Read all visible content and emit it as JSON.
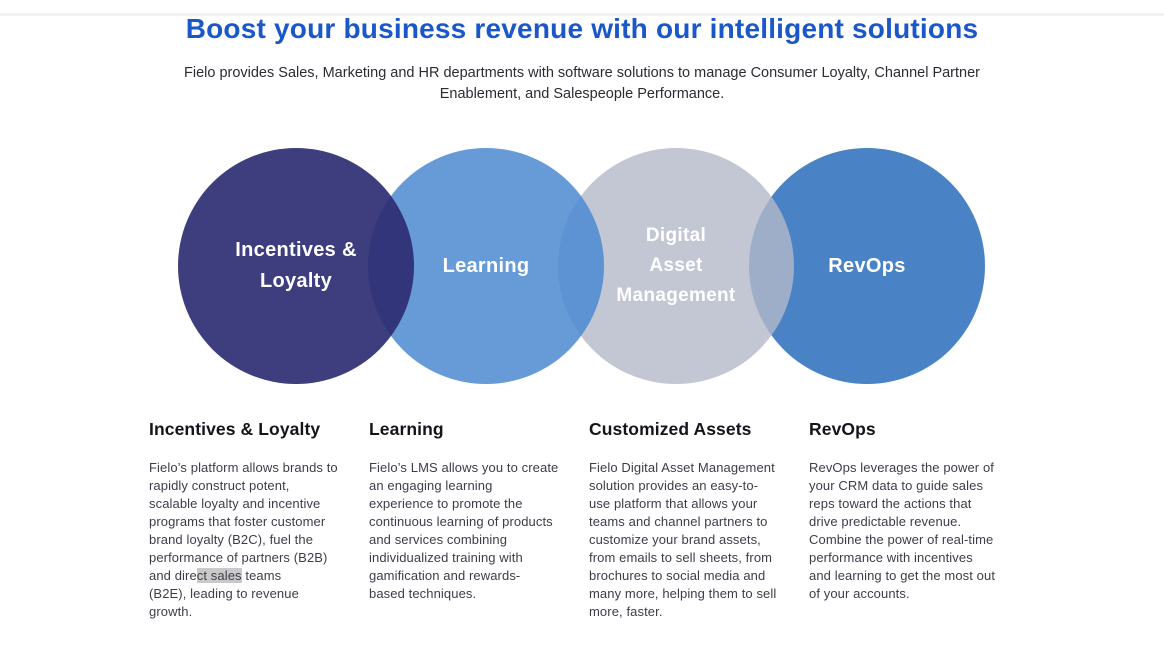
{
  "header": {
    "title": "Boost your business revenue with our intelligent solutions",
    "subtitle": "Fielo provides Sales, Marketing and HR departments with software solutions to manage Consumer Loyalty, Channel Partner\nEnablement, and Salespeople Performance."
  },
  "colors": {
    "title_blue": "#1a57c9",
    "circle_incentives": "#3d3c7e",
    "circle_learning": "#669cd8",
    "circle_dam": "#c3c7d4",
    "circle_revops": "#4a83c5",
    "highlight_gray": "#c9c9c9"
  },
  "venn": {
    "circles": [
      {
        "id": "incentives-loyalty",
        "label": "Incentives &\nLoyalty",
        "color": "#3d3c7e"
      },
      {
        "id": "learning",
        "label": "Learning",
        "color": "#669cd8"
      },
      {
        "id": "digital-asset-management",
        "label": "Digital\nAsset\nManagement",
        "color": "#c3c7d4"
      },
      {
        "id": "revops",
        "label": "RevOps",
        "color": "#4a83c5"
      }
    ]
  },
  "columns": [
    {
      "heading": "Incentives & Loyalty",
      "body_before": "Fielo’s platform allows brands to\nrapidly construct potent,\nscalable loyalty and incentive\nprograms that foster customer\nbrand loyalty (B2C), fuel the\nperformance of partners (B2B)\nand dire",
      "body_highlight": "ct sales",
      "body_after": " teams\n(B2E), leading to revenue\ngrowth."
    },
    {
      "heading": "Learning",
      "body": "Fielo’s LMS allows you to create\nan engaging learning\nexperience to promote the\ncontinuous learning of products\nand services combining\nindividualized training with\ngamification and rewards-\nbased techniques."
    },
    {
      "heading": "Customized Assets",
      "body": "Fielo Digital Asset Management\nsolution provides an easy-to-\nuse platform that allows your\nteams and channel partners to\ncustomize your brand assets,\nfrom emails to sell sheets, from\nbrochures to social media and\nmany more, helping them to sell\nmore, faster."
    },
    {
      "heading": "RevOps",
      "body": "RevOps leverages the power of\nyour CRM data to guide sales\nreps toward the actions that\ndrive predictable revenue.\nCombine the power of real-time\nperformance with incentives\nand learning to get the most out\nof your accounts."
    }
  ]
}
